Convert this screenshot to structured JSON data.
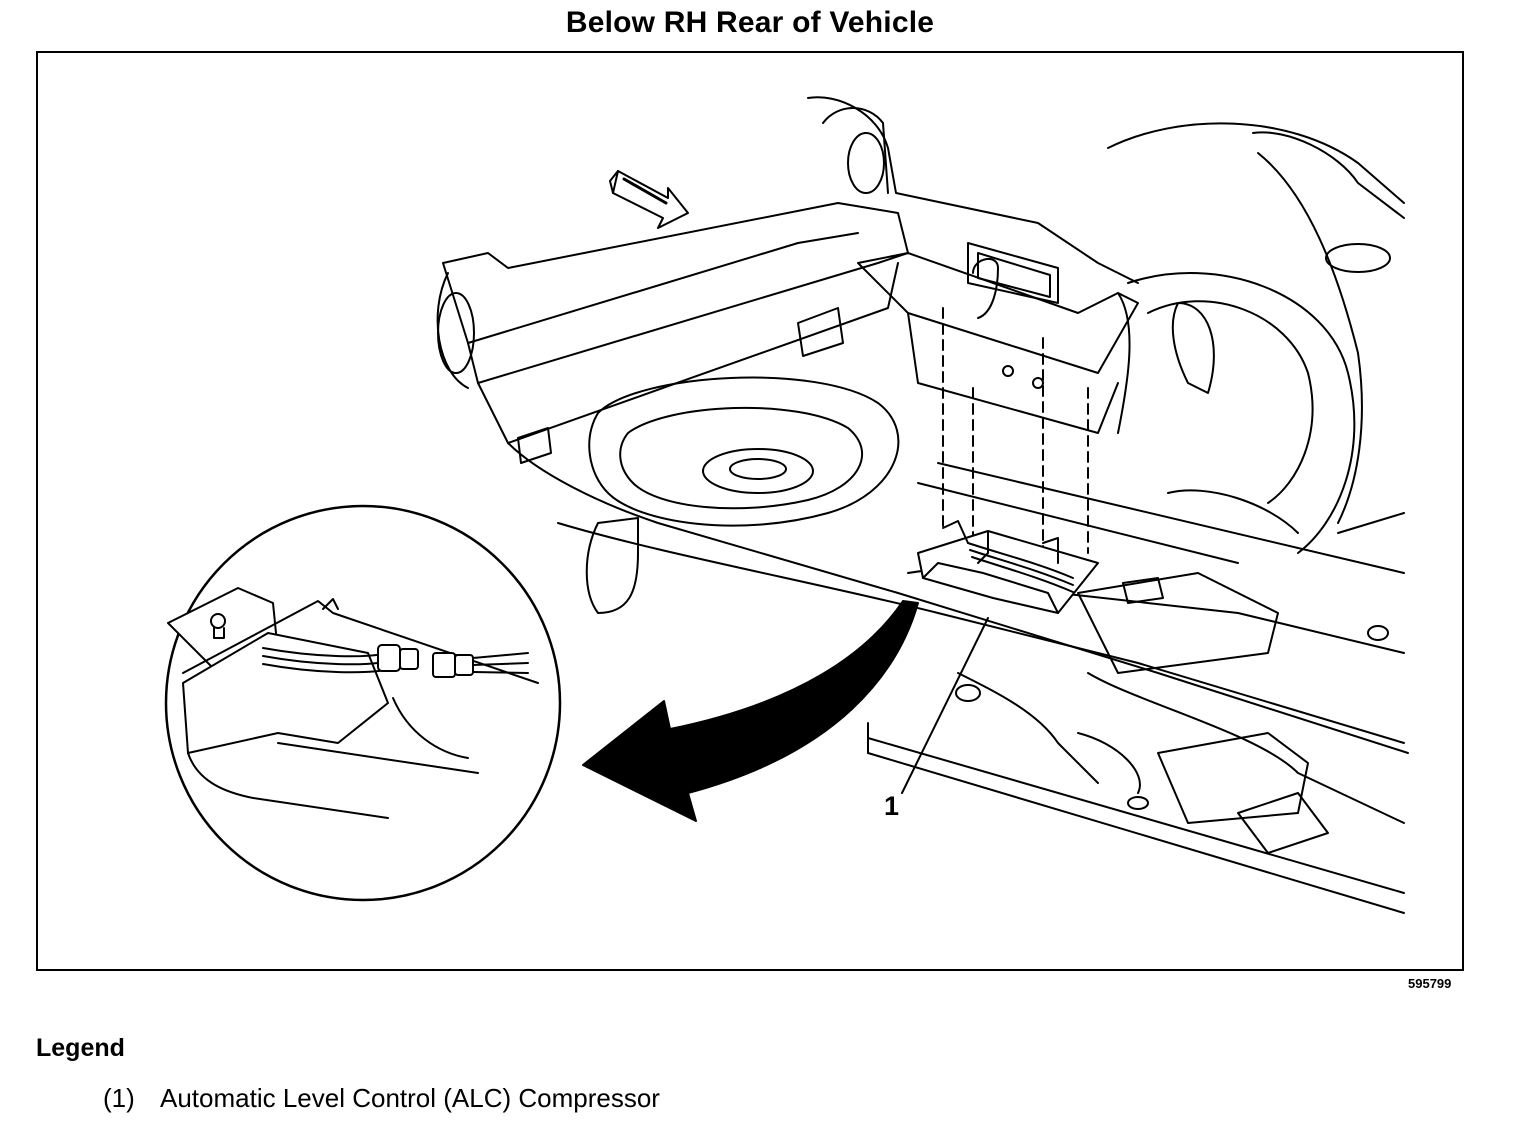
{
  "title": "Below RH Rear of Vehicle",
  "figure_id": "595799",
  "callouts": [
    {
      "label": "1"
    }
  ],
  "legend": {
    "heading": "Legend",
    "items": [
      {
        "number": "(1)",
        "text": "Automatic Level Control (ALC) Compressor"
      }
    ]
  }
}
